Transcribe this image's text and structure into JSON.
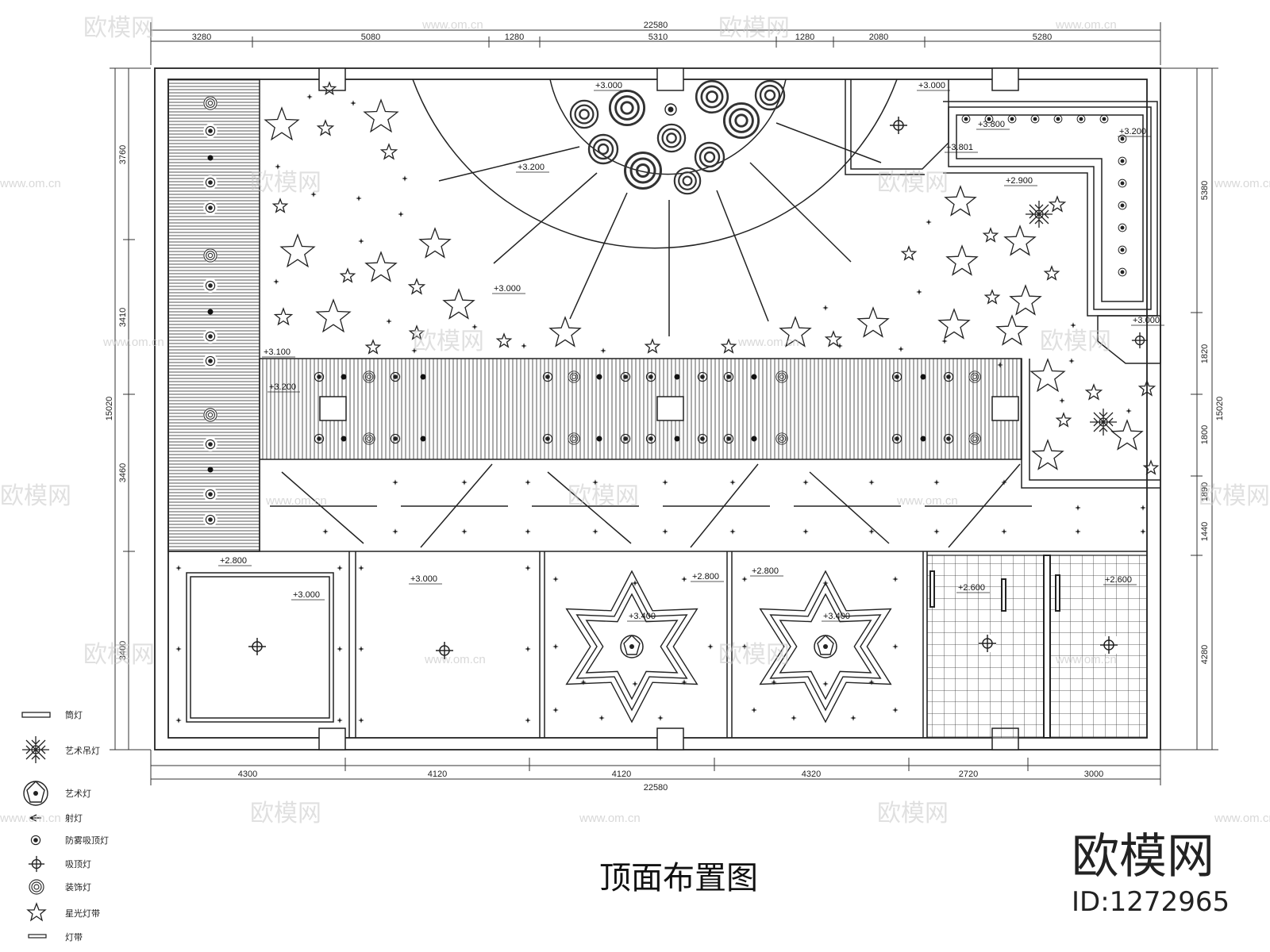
{
  "drawing": {
    "title": "顶面布置图",
    "brand": "欧模网",
    "id_text": "ID:1272965",
    "watermark_text": "欧模网",
    "watermark_url": "www.om.cn"
  },
  "dimensions": {
    "top_total": "22580",
    "top_segments": [
      "3280",
      "5080",
      "1280",
      "5310",
      "1280",
      "2080",
      "5280"
    ],
    "bottom_total": "22580",
    "bottom_segments": [
      "4300",
      "4120",
      "4120",
      "4320",
      "2720",
      "3000"
    ],
    "left_total": "15020",
    "left_segments": [
      "3760",
      "3410",
      "3460",
      "3400"
    ],
    "right_total": "15020",
    "right_segments": [
      "5380",
      "1820",
      "1800",
      "1890",
      "1440",
      "4280"
    ]
  },
  "elevations": [
    "+3.000",
    "+3.200",
    "+3.000",
    "+3.100",
    "+3.200",
    "+3.000",
    "+3.800",
    "+3.200",
    "+3.801",
    "+2.900",
    "+3.000",
    "+2.800",
    "+3.000",
    "+3.000",
    "+2.800",
    "+3.400",
    "+2.800",
    "+3.400",
    "+2.600",
    "+2.600"
  ],
  "legend": [
    {
      "label": "筒灯",
      "icon": "strip-light-icon"
    },
    {
      "label": "艺术吊灯",
      "icon": "art-chandelier-icon"
    },
    {
      "label": "艺术灯",
      "icon": "art-lamp-icon"
    },
    {
      "label": "射灯",
      "icon": "spotlight-icon"
    },
    {
      "label": "防雾吸顶灯",
      "icon": "ceiling-lamp-icon"
    },
    {
      "label": "吸顶灯",
      "icon": "crosshair-lamp-icon"
    },
    {
      "label": "装饰灯",
      "icon": "decorative-lamp-icon"
    },
    {
      "label": "星光灯带",
      "icon": "star-light-icon"
    },
    {
      "label": "灯带",
      "icon": "light-strip-icon"
    }
  ]
}
